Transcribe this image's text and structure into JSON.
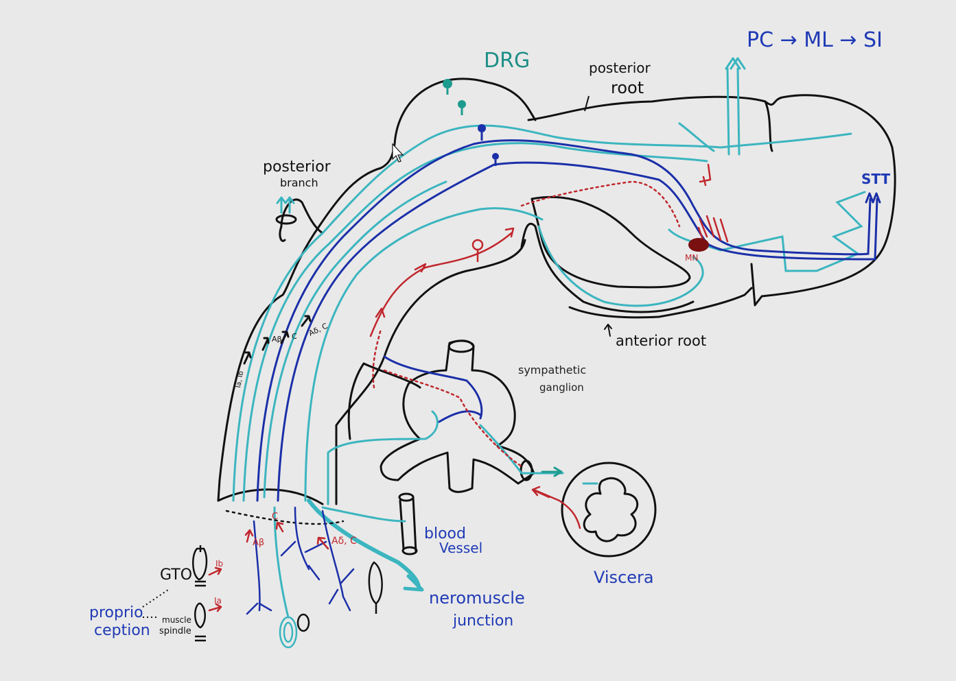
{
  "labels": {
    "pathway_top": "PC → ML → SI",
    "drg": "DRG",
    "posterior_root_1": "posterior",
    "posterior_root_2": "root",
    "posterior_branch_1": "posterior",
    "posterior_branch_2": "branch",
    "stt": "STT",
    "mn": "MN",
    "anterior_root": "anterior root",
    "sympathetic_ganglion_1": "sympathetic",
    "sympathetic_ganglion_2": "ganglion",
    "blood_vessel_1": "blood",
    "blood_vessel_2": "Vessel",
    "viscera": "Viscera",
    "nmj_1": "neromuscle",
    "nmj_2": "junction",
    "gto": "GTO",
    "proprioception_1": "proprio",
    "proprioception_2": "ception",
    "muscle_spindle_1": "muscle",
    "muscle_spindle_2": "spindle",
    "fiber_ib": "Ib",
    "fiber_ia": "Ia",
    "fiber_ab_top": "Aβ",
    "fiber_c_top": "C",
    "fiber_adc_top": "Aδ, C",
    "fiber_ia_ib_top": "Ia, Ib",
    "fiber_ab_bottom": "Aβ",
    "fiber_c_bottom": "C",
    "fiber_adc_bottom": "Aδ, C"
  },
  "colors": {
    "background": "#e9e9e9",
    "outline": "#111111",
    "navy": "#1b2fa8",
    "blue": "#2a53c2",
    "teal": "#2aaab8",
    "lightteal": "#49c4c8",
    "red": "#c0272d",
    "darkred": "#7a1010",
    "label_blue": "#1f3ab5"
  }
}
